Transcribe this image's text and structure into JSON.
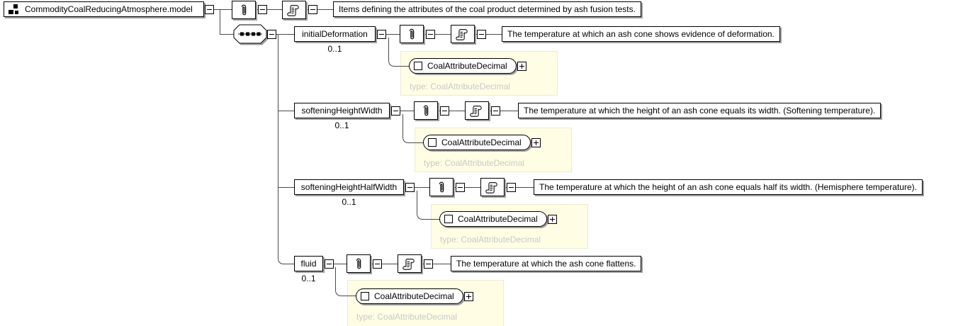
{
  "diagram": {
    "root": {
      "name": "CommodityCoalReducingAtmosphere.model",
      "documentation": "Items defining the attributes of the coal product determined by ash fusion tests."
    },
    "compositor": {
      "kind": "sequence"
    },
    "children": [
      {
        "name": "initialDeformation",
        "cardinality": "0..1",
        "documentation": "The temperature at which an ash cone shows evidence of deformation.",
        "type_name": "CoalAttributeDecimal",
        "type_label": "type: CoalAttributeDecimal"
      },
      {
        "name": "softeningHeightWidth",
        "cardinality": "0..1",
        "documentation": "The temperature at which the height of an ash cone equals its width. (Softening temperature).",
        "type_name": "CoalAttributeDecimal",
        "type_label": "type: CoalAttributeDecimal"
      },
      {
        "name": "softeningHeightHalfWidth",
        "cardinality": "0..1",
        "documentation": "The temperature at which the height of an ash cone equals half its width. (Hemisphere temperature).",
        "type_name": "CoalAttributeDecimal",
        "type_label": "type: CoalAttributeDecimal"
      },
      {
        "name": "fluid",
        "cardinality": "0..1",
        "documentation": "The temperature at which the ash cone flattens.",
        "type_name": "CoalAttributeDecimal",
        "type_label": "type: CoalAttributeDecimal"
      }
    ],
    "icons": {
      "root": "model-icon",
      "annotation": "paperclip-icon",
      "documentation": "scroll-icon",
      "compositor": "sequence-dots-icon",
      "type": "square-icon",
      "collapse": "minus-icon",
      "expand": "plus-icon"
    },
    "colors": {
      "type_panel_bg": "#fffee4",
      "type_label_text": "#c8c8c8",
      "box_border": "#000000",
      "box_shadow": "#9e9e9e",
      "connector": "#4a4a4a"
    }
  }
}
